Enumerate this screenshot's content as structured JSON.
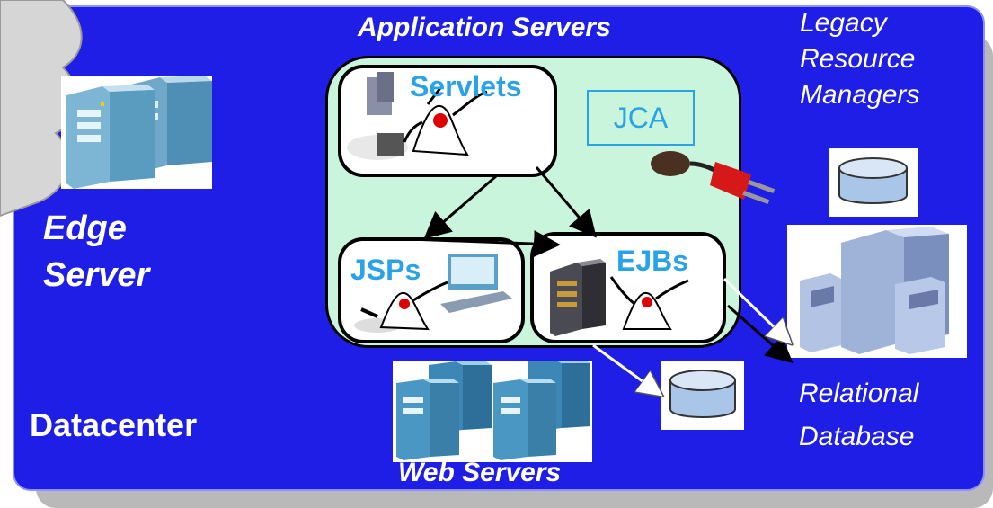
{
  "labels": {
    "application_servers": "Application Servers",
    "web_servers": "Web Servers",
    "legacy_resource_managers": "Legacy Resource Managers",
    "edge_server": "Edge Server",
    "relational_database": "Relational Database",
    "datacenter": "Datacenter"
  },
  "components": {
    "servlets": "Servlets",
    "jsps": "JSPs",
    "ejbs": "EJBs",
    "jca": "JCA"
  },
  "colors": {
    "datacenter_blue": "#1e1ee6",
    "appserver_green": "#c8f5dc",
    "component_label": "#29a3e6"
  }
}
